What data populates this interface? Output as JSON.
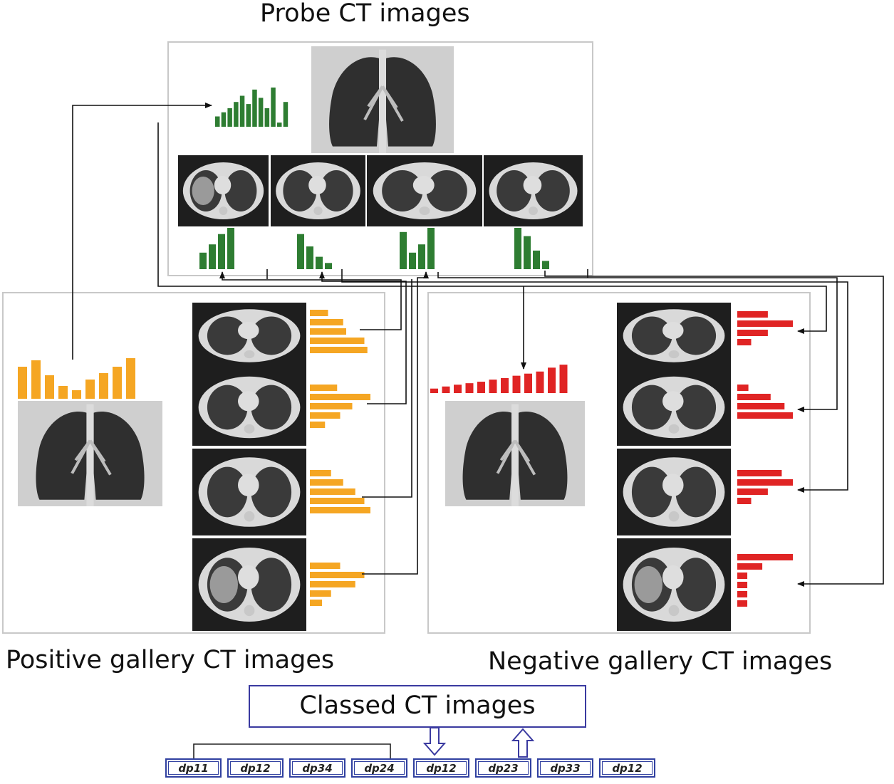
{
  "labels": {
    "probe": "Probe CT images",
    "positive": "Positive gallery CT images",
    "negative": "Negative gallery CT images",
    "classed": "Classed CT images"
  },
  "dp_codes": [
    "dp11",
    "dp12",
    "dp34",
    "dp24",
    "dp12",
    "dp23",
    "dp33",
    "dp12"
  ],
  "colors": {
    "probe_histogram": "#2e7d32",
    "positive_histogram": "#f5a623",
    "negative_histogram": "#e02424",
    "classed_box_border": "#3a3aa0",
    "arrow": "#111111"
  },
  "icons": {
    "probe_coronal": "lung-coronal-ct-icon",
    "axial": "lung-axial-ct-icon",
    "down_arrow": "hollow-down-arrow-icon",
    "up_arrow": "hollow-up-arrow-icon"
  },
  "histograms": {
    "probe_main": [
      0.25,
      0.35,
      0.45,
      0.6,
      0.75,
      0.55,
      0.9,
      0.7,
      0.45,
      0.95,
      0.1,
      0.6
    ],
    "probe_slices": [
      [
        0.4,
        0.6,
        0.85,
        1.0
      ],
      [
        0.85,
        0.55,
        0.3,
        0.15
      ],
      [
        0.9,
        0.4,
        0.6,
        1.0
      ],
      [
        1.0,
        0.8,
        0.45,
        0.2
      ]
    ],
    "positive_main": [
      0.75,
      0.9,
      0.55,
      0.3,
      0.2,
      0.45,
      0.6,
      0.75,
      0.95
    ],
    "positive_slices": [
      [
        0.3,
        0.55,
        0.6,
        0.9,
        0.95
      ],
      [
        0.45,
        1.0,
        0.7,
        0.5,
        0.25
      ],
      [
        0.35,
        0.55,
        0.75,
        0.9,
        1.0
      ],
      [
        0.5,
        0.9,
        0.75,
        0.35,
        0.2
      ]
    ],
    "negative_main": [
      0.15,
      0.22,
      0.28,
      0.33,
      0.38,
      0.45,
      0.5,
      0.58,
      0.65,
      0.72,
      0.85,
      0.95
    ],
    "negative_slices": [
      [
        0.55,
        1.0,
        0.55,
        0.25
      ],
      [
        0.2,
        0.6,
        0.85,
        1.0
      ],
      [
        0.8,
        1.0,
        0.55,
        0.25
      ],
      [
        1.0,
        0.45,
        0.18,
        0.18,
        0.18,
        0.18
      ]
    ]
  }
}
